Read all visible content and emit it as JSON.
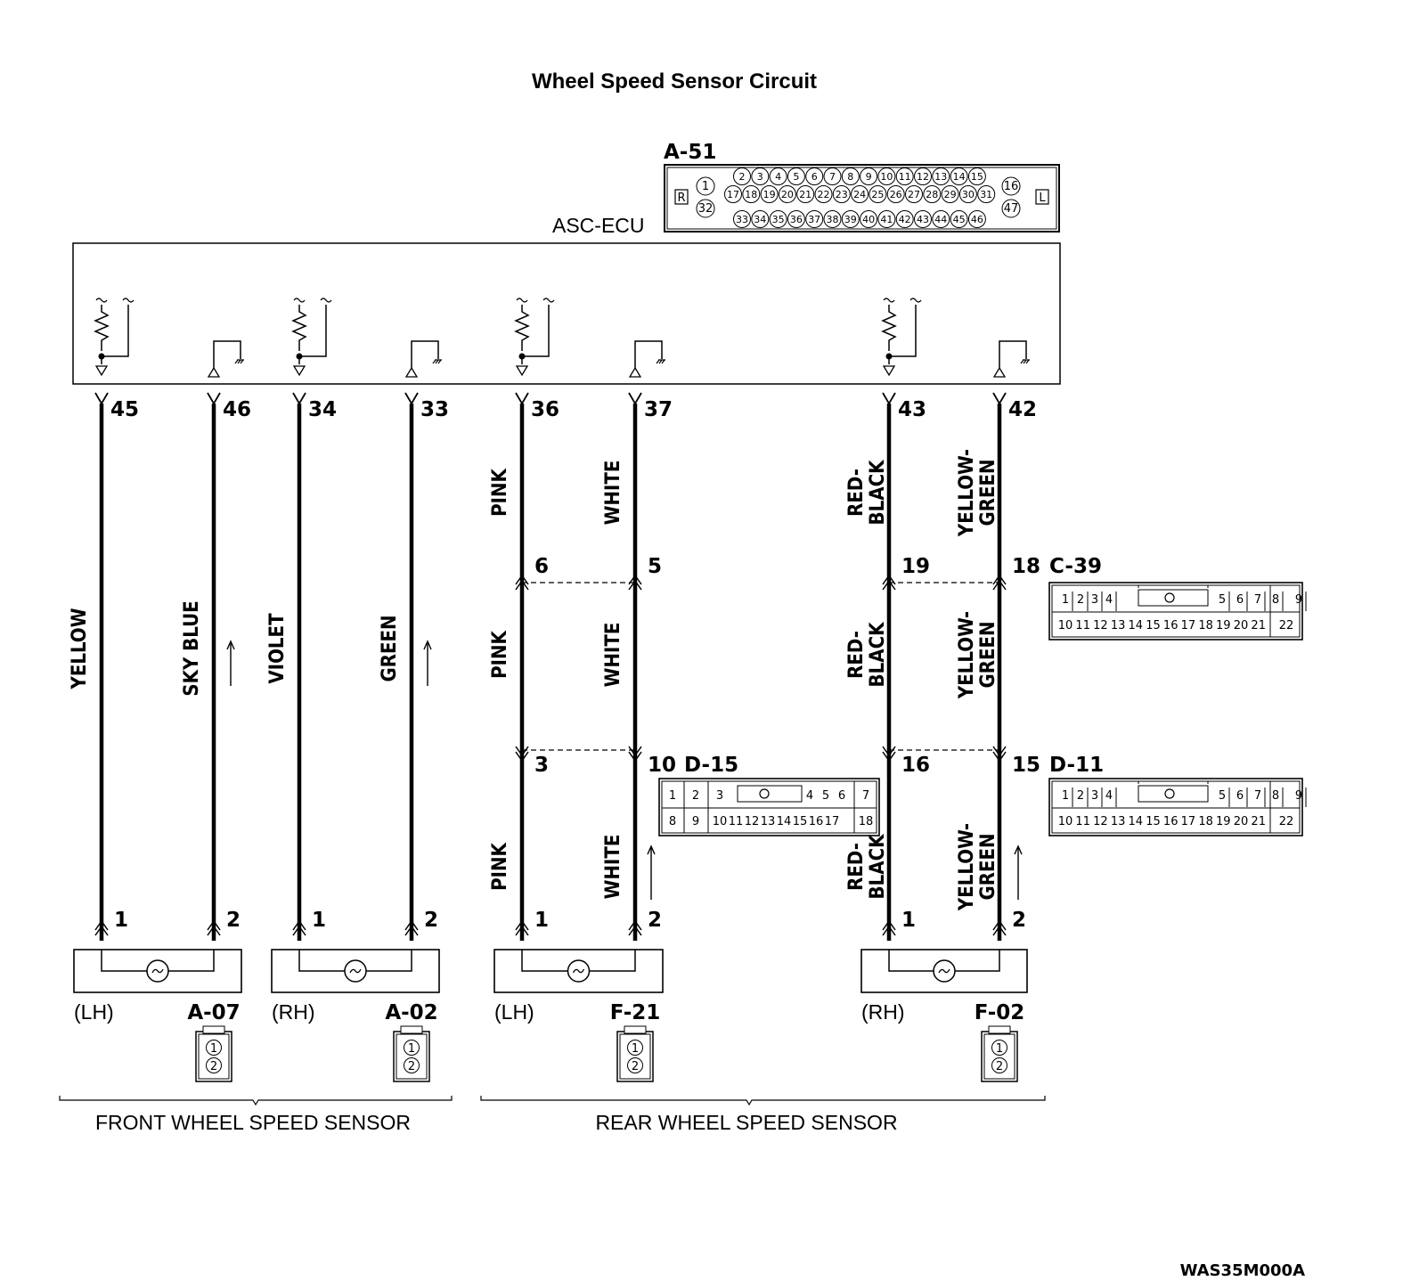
{
  "title": "Wheel Speed Sensor Circuit",
  "ecu": {
    "name": "ASC-ECU",
    "connector": "A-51",
    "face": {
      "left_tag": "R",
      "right_tag": "L",
      "left_pins": [
        "1",
        "32"
      ],
      "right_pins": [
        "16",
        "47"
      ],
      "row1": [
        "2",
        "3",
        "4",
        "5",
        "6",
        "7",
        "8",
        "9",
        "10",
        "11",
        "12",
        "13",
        "14",
        "15"
      ],
      "row2": [
        "17",
        "18",
        "19",
        "20",
        "21",
        "22",
        "23",
        "24",
        "25",
        "26",
        "27",
        "28",
        "29",
        "30",
        "31"
      ],
      "row3": [
        "33",
        "34",
        "35",
        "36",
        "37",
        "38",
        "39",
        "40",
        "41",
        "42",
        "43",
        "44",
        "45",
        "46"
      ]
    }
  },
  "wires": [
    {
      "ecu_pin": "45",
      "color": "YELLOW",
      "sensor_pin": "1"
    },
    {
      "ecu_pin": "46",
      "color": "SKY BLUE",
      "sensor_pin": "2"
    },
    {
      "ecu_pin": "34",
      "color": "VIOLET",
      "sensor_pin": "1"
    },
    {
      "ecu_pin": "33",
      "color": "GREEN",
      "sensor_pin": "2"
    },
    {
      "ecu_pin": "36",
      "color": "PINK",
      "c39_pin": "6",
      "d_pin": "3",
      "sensor_pin": "1"
    },
    {
      "ecu_pin": "37",
      "color": "WHITE",
      "c39_pin": "5",
      "d_pin": "10",
      "sensor_pin": "2"
    },
    {
      "ecu_pin": "43",
      "color": "RED-\nBLACK",
      "c39_pin": "19",
      "d_pin": "16",
      "sensor_pin": "1"
    },
    {
      "ecu_pin": "42",
      "color": "YELLOW-\nGREEN",
      "c39_pin": "18",
      "d_pin": "15",
      "sensor_pin": "2"
    }
  ],
  "connectors": {
    "c39": {
      "name": "C-39",
      "row1": [
        "1",
        "2",
        "3",
        "4",
        "5",
        "6",
        "7",
        "8",
        "9"
      ],
      "row2": [
        "10",
        "11",
        "12",
        "13",
        "14",
        "15",
        "16",
        "17",
        "18",
        "19",
        "20",
        "21",
        "22"
      ]
    },
    "d15": {
      "name": "D-15",
      "row1": [
        "1",
        "2",
        "3",
        "4",
        "5",
        "6",
        "7"
      ],
      "row2": [
        "8",
        "9",
        "10",
        "11",
        "12",
        "13",
        "14",
        "15",
        "16",
        "17",
        "18"
      ]
    },
    "d11": {
      "name": "D-11",
      "row1": [
        "1",
        "2",
        "3",
        "4",
        "5",
        "6",
        "7",
        "8",
        "9"
      ],
      "row2": [
        "10",
        "11",
        "12",
        "13",
        "14",
        "15",
        "16",
        "17",
        "18",
        "19",
        "20",
        "21",
        "22"
      ]
    }
  },
  "sensors": [
    {
      "side": "(LH)",
      "connector": "A-07",
      "pins": [
        "1",
        "2"
      ]
    },
    {
      "side": "(RH)",
      "connector": "A-02",
      "pins": [
        "1",
        "2"
      ]
    },
    {
      "side": "(LH)",
      "connector": "F-21",
      "pins": [
        "1",
        "2"
      ]
    },
    {
      "side": "(RH)",
      "connector": "F-02",
      "pins": [
        "1",
        "2"
      ]
    }
  ],
  "groups": {
    "front": "FRONT WHEEL SPEED SENSOR",
    "rear": "REAR WHEEL SPEED SENSOR"
  },
  "figure_id": "WAS35M000A"
}
